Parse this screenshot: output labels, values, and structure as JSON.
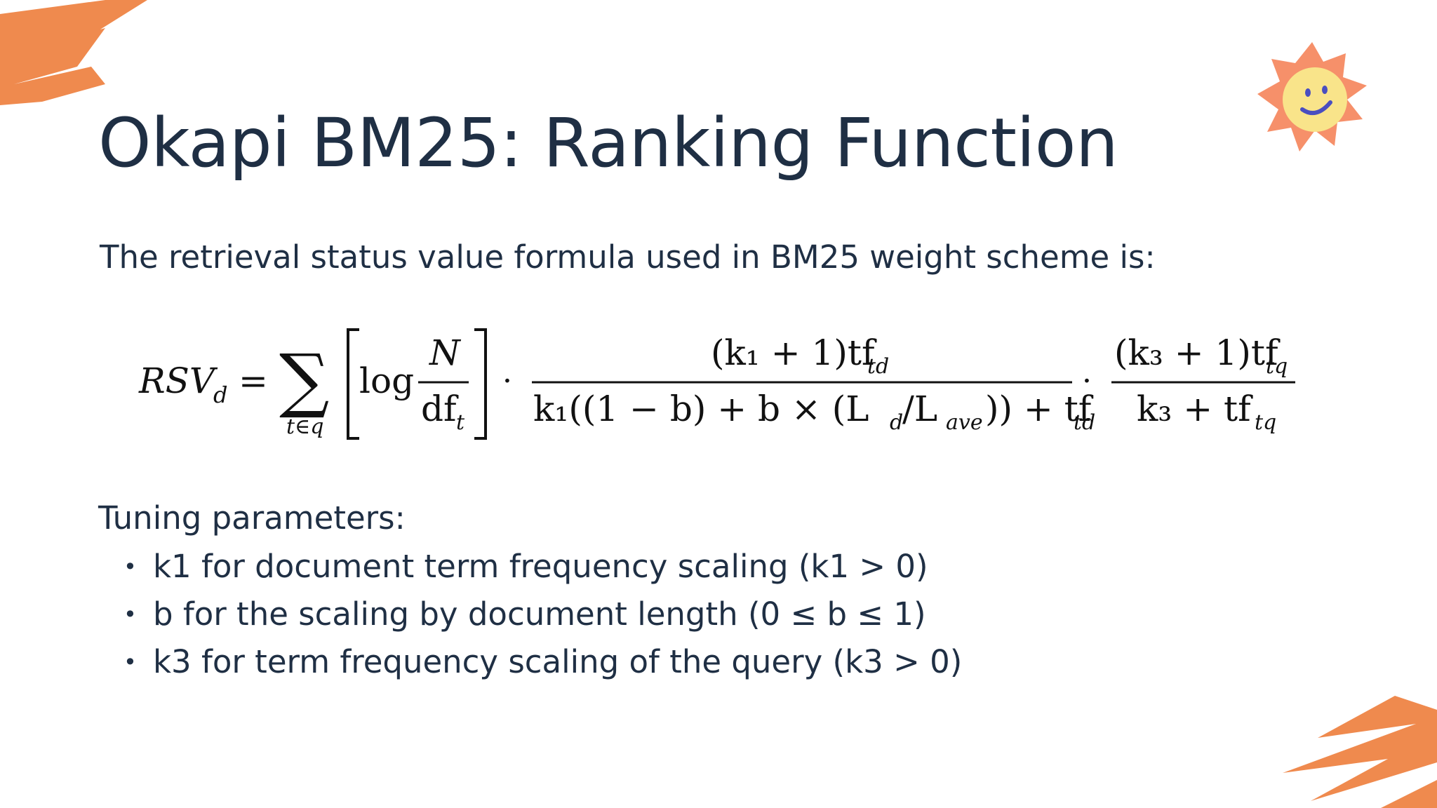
{
  "slide": {
    "title": "Okapi BM25: Ranking Function",
    "intro": "The retrieval status value formula used in BM25 weight scheme is:",
    "params_heading": "Tuning parameters:",
    "params": [
      "k1 for document term frequency scaling (k1 > 0)",
      "b for the scaling by document length (0 ≤ b ≤ 1)",
      "k3 for term frequency scaling of the query (k3 > 0)"
    ],
    "bullet": "•"
  },
  "formula": {
    "lhs": "RSV",
    "lhs_sub": "d",
    "equals": "=",
    "sum": "∑",
    "sum_sub": "t∈q",
    "log": "log",
    "f1_num": "N",
    "f1_den": "df",
    "f1_den_sub": "t",
    "dot": "·",
    "f2_num": "(k₁ + 1)tf",
    "f2_num_sub": "td",
    "f2_den_a": "k₁((1 − b) + b × (L",
    "f2_den_sub1": "d",
    "f2_den_b": "/L",
    "f2_den_sub2": "ave",
    "f2_den_c": ")) + tf",
    "f2_den_sub3": "td",
    "f3_num": "(k₃ + 1)tf",
    "f3_num_sub": "tq",
    "f3_den": "k₃ + tf",
    "f3_den_sub": "tq"
  },
  "colors": {
    "text": "#1f2f44",
    "accent_orange": "#ef8a4e",
    "sun_rays": "#f6906a",
    "sun_face": "#f9e48a",
    "sun_features": "#4a4ec0"
  }
}
